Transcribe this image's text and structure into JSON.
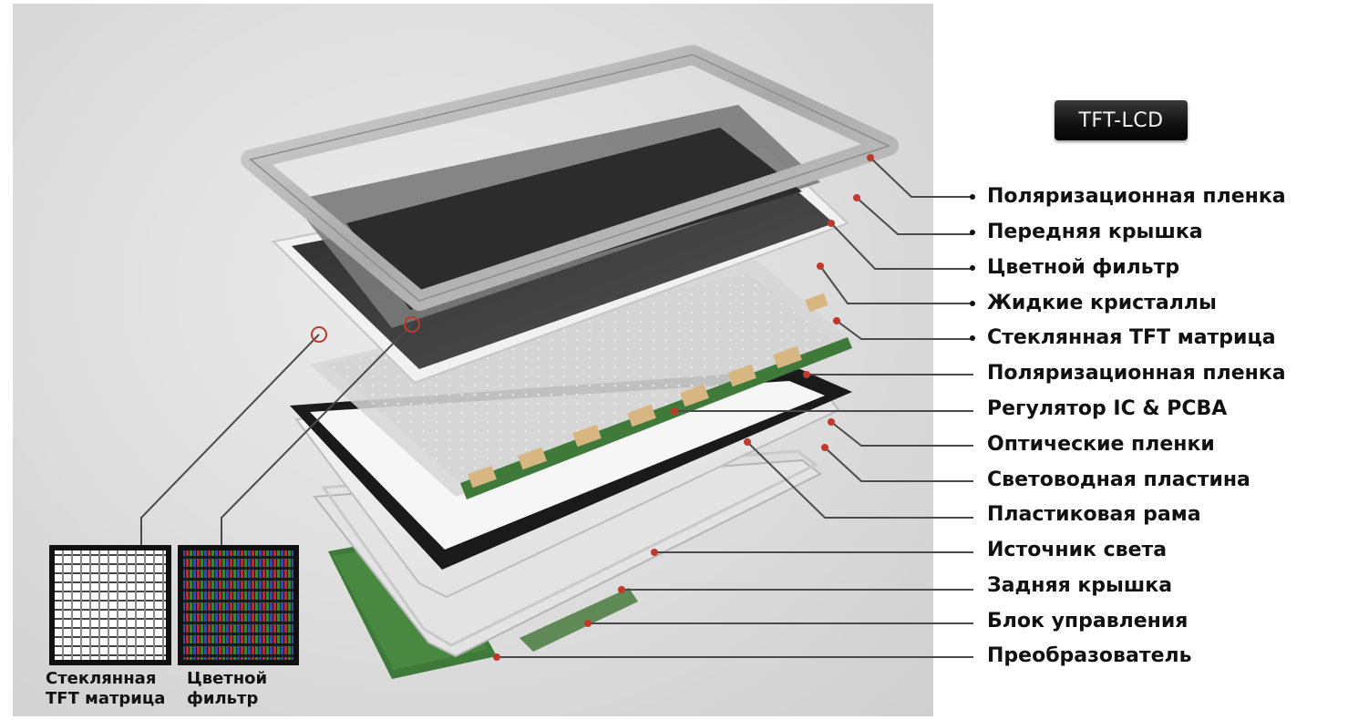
{
  "badge": "TFT-LCD",
  "layers": [
    {
      "id": "polarizer-top",
      "label": "Поляризационная пленка"
    },
    {
      "id": "front-cover",
      "label": "Передняя крышка"
    },
    {
      "id": "color-filter",
      "label": "Цветной фильтр"
    },
    {
      "id": "liquid-crystals",
      "label": "Жидкие кристаллы"
    },
    {
      "id": "tft-glass",
      "label": "Стеклянная TFT матрица"
    },
    {
      "id": "polarizer-bottom",
      "label": "Поляризационная пленка"
    },
    {
      "id": "controller-ic",
      "label": "Регулятор IC & PCBA"
    },
    {
      "id": "optical-films",
      "label": "Оптические пленки"
    },
    {
      "id": "light-guide",
      "label": "Световодная пластина"
    },
    {
      "id": "plastic-frame",
      "label": "Пластиковая рама"
    },
    {
      "id": "light-source",
      "label": "Источник света"
    },
    {
      "id": "back-cover",
      "label": "Задняя крышка"
    },
    {
      "id": "control-unit",
      "label": "Блок управления"
    },
    {
      "id": "inverter",
      "label": "Преобразователь"
    }
  ],
  "insets": {
    "tft_line1": "Стеклянная",
    "tft_line2": "TFT матрица",
    "filter_line1": "Цветной",
    "filter_line2": "фильтр"
  },
  "colors": {
    "leader_line": "#4a4a4a",
    "anchor_dot": "#c0392b",
    "pcb_green": "#3f7a3a"
  }
}
